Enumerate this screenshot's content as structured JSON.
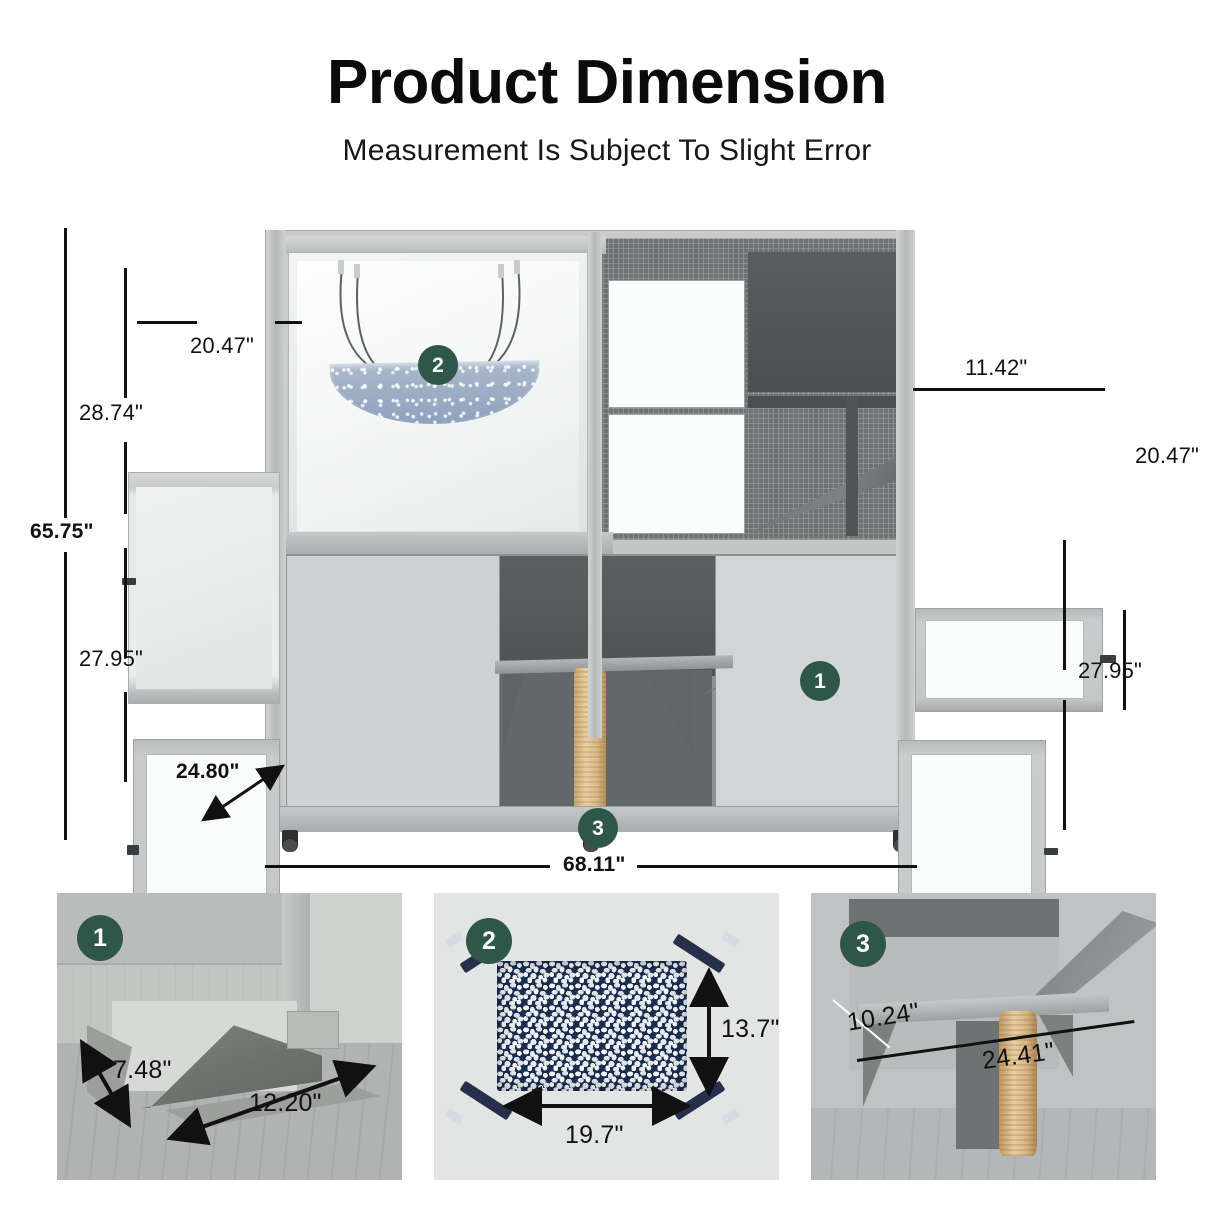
{
  "header": {
    "title": "Product Dimension",
    "subtitle": "Measurement Is Subject To Slight Error"
  },
  "main_diagram": {
    "dimensions": {
      "upper_door_width": "20.47\"",
      "upper_section_height": "28.74\"",
      "total_height": "65.75\"",
      "lower_section_height_left": "27.95\"",
      "lower_door_depth": "24.80\"",
      "right_upper_door_width": "11.42\"",
      "right_upper_door_height": "20.47\"",
      "lower_section_height_right": "27.95\"",
      "total_width": "68.11\""
    },
    "markers": [
      {
        "number": "1"
      },
      {
        "number": "2"
      },
      {
        "number": "3"
      }
    ]
  },
  "detail_panels": [
    {
      "number": "1",
      "name": "ramp-detail",
      "dimensions": {
        "depth": "7.48\"",
        "length": "12.20\""
      }
    },
    {
      "number": "2",
      "name": "hammock-detail",
      "dimensions": {
        "height": "13.7\"",
        "width": "19.7\""
      }
    },
    {
      "number": "3",
      "name": "shelf-scratching-post-detail",
      "dimensions": {
        "depth": "10.24\"",
        "width": "24.41\""
      }
    }
  ],
  "colors": {
    "badge_green": "#2e574a",
    "hammock_navy": "#1b2e50",
    "dimension_line": "#111111",
    "background": "#ffffff"
  }
}
